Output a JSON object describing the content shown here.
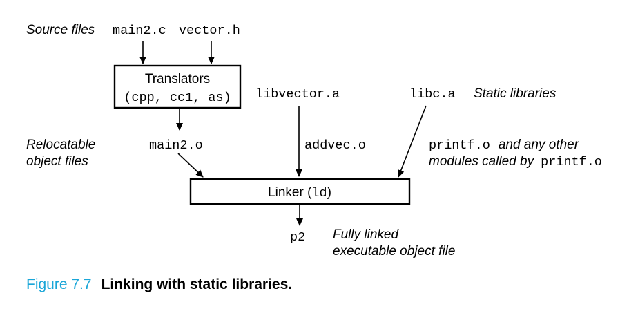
{
  "labels": {
    "source_files": "Source files",
    "relocatable_line1": "Relocatable",
    "relocatable_line2": "object files",
    "static_libraries": "Static libraries",
    "printf_desc_line1": "and any other",
    "printf_desc_line2": "modules called by",
    "executable_line1": "Fully linked",
    "executable_line2": "executable object file"
  },
  "files": {
    "main2_c": "main2.c",
    "vector_h": "vector.h",
    "main2_o": "main2.o",
    "libvector_a": "libvector.a",
    "addvec_o": "addvec.o",
    "libc_a": "libc.a",
    "printf_o": "printf.o",
    "printf_o_2": "printf.o",
    "p2": "p2"
  },
  "translators": {
    "title": "Translators",
    "tools": "(cpp, cc1, as)"
  },
  "linker": {
    "label": "Linker (",
    "tool": "ld",
    "close": ")"
  },
  "caption": {
    "number": "Figure 7.7",
    "title": "Linking with static libraries."
  },
  "colors": {
    "figure_number": "#1aa6d8",
    "ink": "#000000"
  }
}
